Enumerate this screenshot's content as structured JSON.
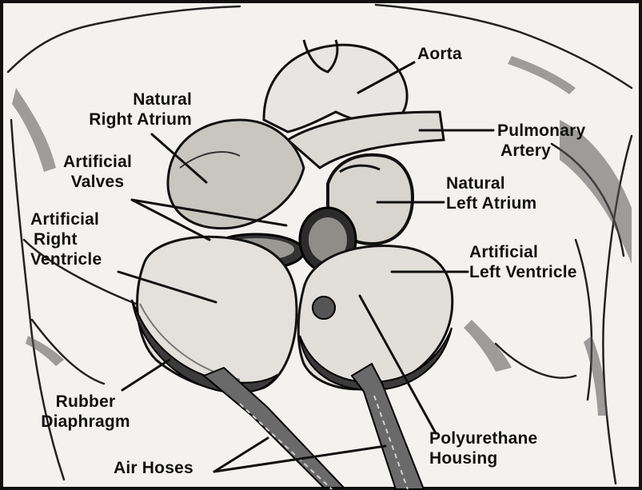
{
  "colors": {
    "ink": "#111111",
    "paper": "#f4f2ee",
    "shade": "#3a3a3a",
    "mid": "#8a8a8a"
  },
  "labels": {
    "aorta": [
      "Aorta"
    ],
    "natural_right_atrium": [
      "Natural",
      "Right Atrium"
    ],
    "pulmonary_artery": [
      "Pulmonary",
      "Artery"
    ],
    "artificial_valves": [
      "Artificial",
      "Valves"
    ],
    "natural_left_atrium": [
      "Natural",
      "Left Atrium"
    ],
    "artificial_right_ventricle": [
      "Artificial",
      "Right",
      "Ventricle"
    ],
    "artificial_left_ventricle": [
      "Artificial",
      "Left Ventricle"
    ],
    "rubber_diaphragm": [
      "Rubber",
      "Diaphragm"
    ],
    "polyurethane_housing": [
      "Polyurethane",
      "Housing"
    ],
    "air_hoses": [
      "Air Hoses"
    ]
  }
}
